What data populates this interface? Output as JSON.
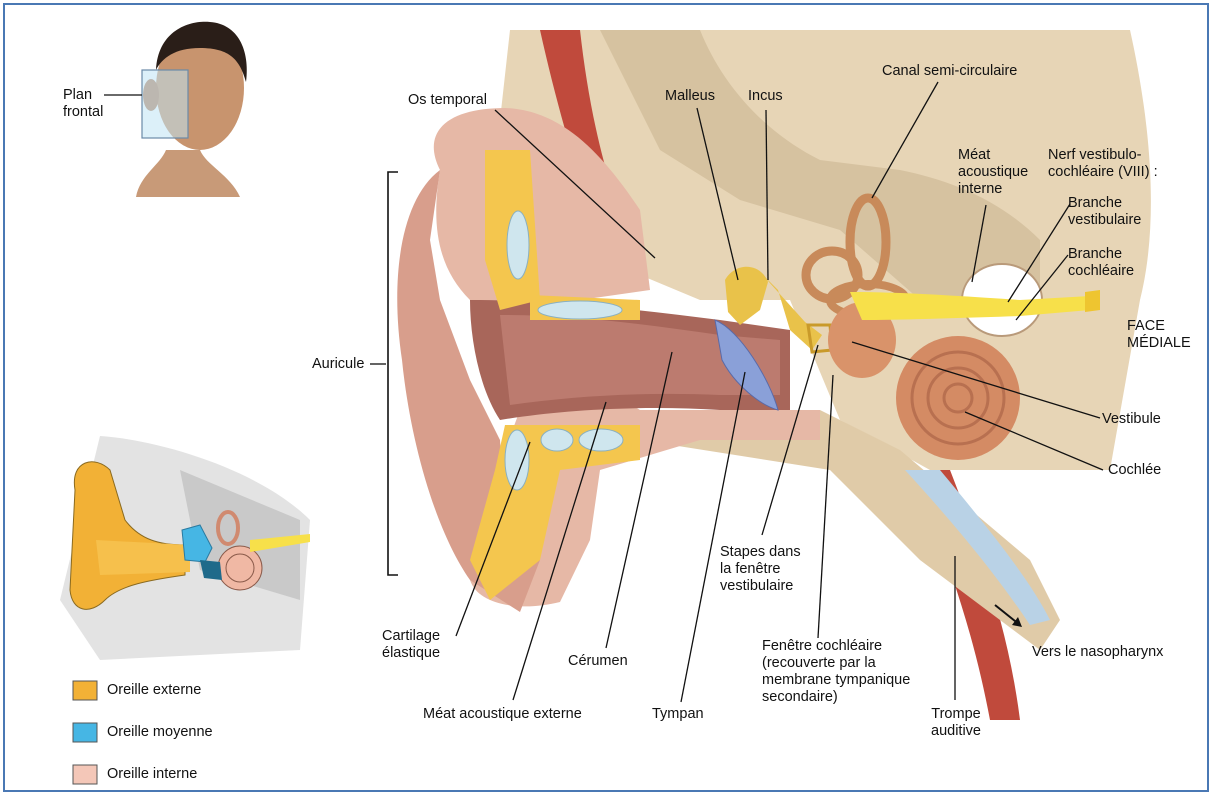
{
  "labels": {
    "plan_frontal": "Plan\nfrontal",
    "os_temporal": "Os temporal",
    "malleus": "Malleus",
    "incus": "Incus",
    "canal": "Canal semi-circulaire",
    "meat_interne": "Méat\nacoustique\ninterne",
    "nerf": "Nerf vestibulo-\ncochléaire (VIII) :",
    "branche_vest": "Branche\nvestibulaire",
    "branche_coch": "Branche\ncochléaire",
    "face": "FACE\nMÉDIALE",
    "auricule": "Auricule",
    "vestibule": "Vestibule",
    "cochlee": "Cochlée",
    "stapes": "Stapes dans\nla fenêtre\nvestibulaire",
    "cartilage": "Cartilage\nélastique",
    "cerumen": "Cérumen",
    "fenetre": "Fenêtre cochléaire\n(recouverte par la\nmembrane tympanique\nsecondaire)",
    "nasopharynx": "Vers le nasopharynx",
    "meat_externe": "Méat acoustique externe",
    "tympan": "Tympan",
    "trompe": "Trompe\nauditive"
  },
  "legend": [
    {
      "label": "Oreille externe",
      "color": "#f2b136"
    },
    {
      "label": "Oreille moyenne",
      "color": "#46b6e4"
    },
    {
      "label": "Oreille interne",
      "color": "#f4c7b8"
    }
  ]
}
